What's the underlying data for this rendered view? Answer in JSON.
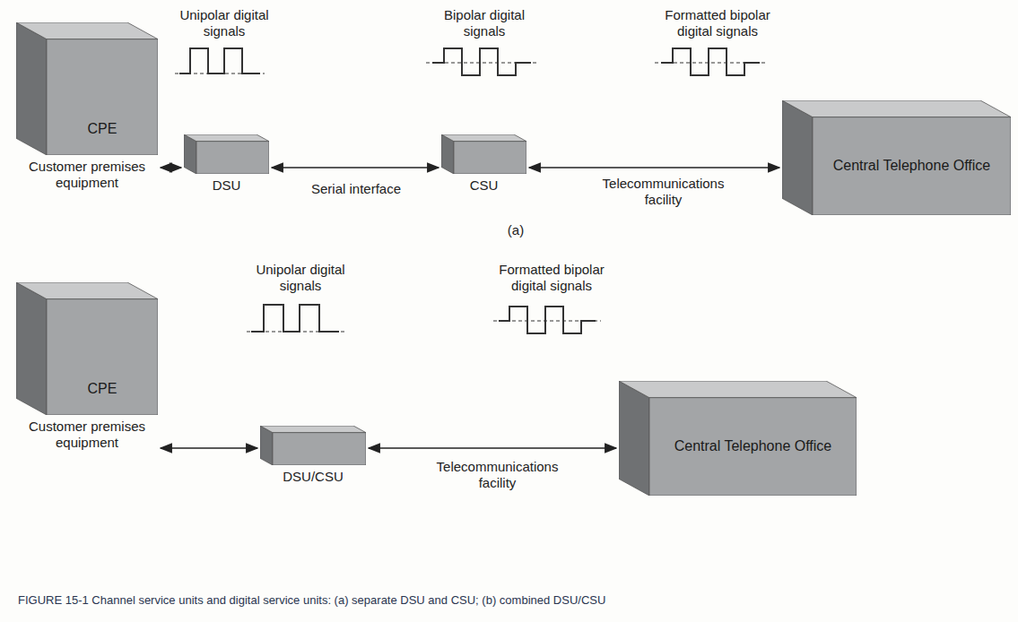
{
  "diagram": {
    "caption": "FIGURE 15-1 Channel service units and digital service units: (a) separate DSU and CSU; (b) combined DSU/CSU",
    "nodes": [
      {
        "text": [
          "CPE",
          "Customer premises equipment"
        ]
      },
      {
        "text": [
          "DSU"
        ]
      },
      {
        "text": [
          "CSU"
        ]
      },
      {
        "text": [
          "Central Telephone Office"
        ]
      },
      {
        "text": [
          "CPE",
          "Customer premises equipment"
        ]
      },
      {
        "text": [
          "DSU/CSU"
        ]
      },
      {
        "text": [
          "Central Telephone Office"
        ]
      }
    ],
    "edges": [
      {
        "from": 0,
        "to": 1,
        "arrow": "both"
      },
      {
        "from": 1,
        "to": 2,
        "arrow": "both",
        "label": "Serial interface"
      },
      {
        "from": 2,
        "to": 3,
        "arrow": "both",
        "label": "Telecommunications facility"
      },
      {
        "from": 4,
        "to": 5,
        "arrow": "both"
      },
      {
        "from": 5,
        "to": 6,
        "arrow": "both",
        "label": "Telecommunications facility"
      }
    ],
    "labels": [
      "Unipolar digital signals",
      "Bipolar digital signals",
      "Formatted bipolar digital signals",
      "(a)",
      "Unipolar digital signals",
      "Formatted bipolar digital signals"
    ]
  }
}
